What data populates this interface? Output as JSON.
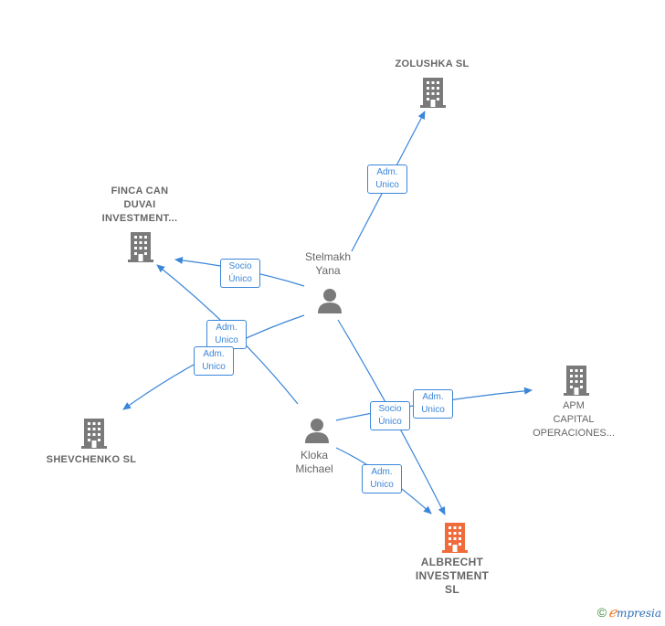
{
  "colors": {
    "edge": "#3b86d8",
    "company_icon": "#7a7a7a",
    "company_icon_highlight": "#f06b3c",
    "person_icon": "#7a7a7a",
    "label_text": "#666666"
  },
  "companies": {
    "zolushka": "ZOLUSHKA SL",
    "finca": "FINCA CAN\nDUVAI\nINVESTMENT...",
    "shevchenko": "SHEVCHENKO SL",
    "apm": "APM\nCAPITAL\nOPERACIONES...",
    "albrecht": "ALBRECHT\nINVESTMENT\nSL"
  },
  "persons": {
    "stelmakh": "Stelmakh\nYana",
    "kloka": "Kloka\nMichael"
  },
  "edge_labels": {
    "stelmakh_zolushka": "Adm.\nUnico",
    "stelmakh_finca": "Socio\nÚnico",
    "kloka_finca": "Adm.\nUnico",
    "stelmakh_shevchenko": "Adm.\nUnico",
    "kloka_albrecht_socio": "Socio\nÚnico",
    "kloka_apm": "Adm.\nUnico",
    "kloka_albrecht_adm": "Adm.\nUnico"
  },
  "brand": {
    "copyright": "©",
    "e": "ℯ",
    "rest": "mpresia"
  }
}
